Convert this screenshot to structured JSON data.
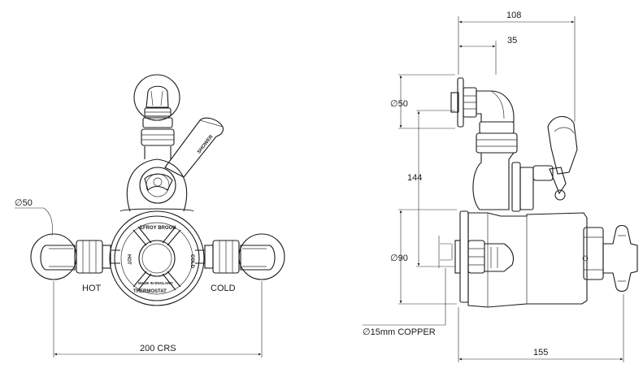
{
  "front_view": {
    "dia_symbol": "∅",
    "dia_value": "50",
    "hot_label": "HOT",
    "cold_label": "COLD",
    "crs_label": "200 CRS",
    "dial_brand": "EFROY BROOK",
    "dial_bottom": "THERMOSTAT",
    "dial_left": "HOT",
    "dial_right": "COLD",
    "dial_made": "MADE IN ENGLAND",
    "lever_label": "SHOWER"
  },
  "side_view": {
    "dim_top_overall": "108",
    "dim_top_inner": "35",
    "dia_symbol": "∅",
    "dia_top": "50",
    "dim_vertical": "144",
    "dia_lower": "90",
    "copper_label": "15mm COPPER",
    "dim_bottom": "155"
  }
}
